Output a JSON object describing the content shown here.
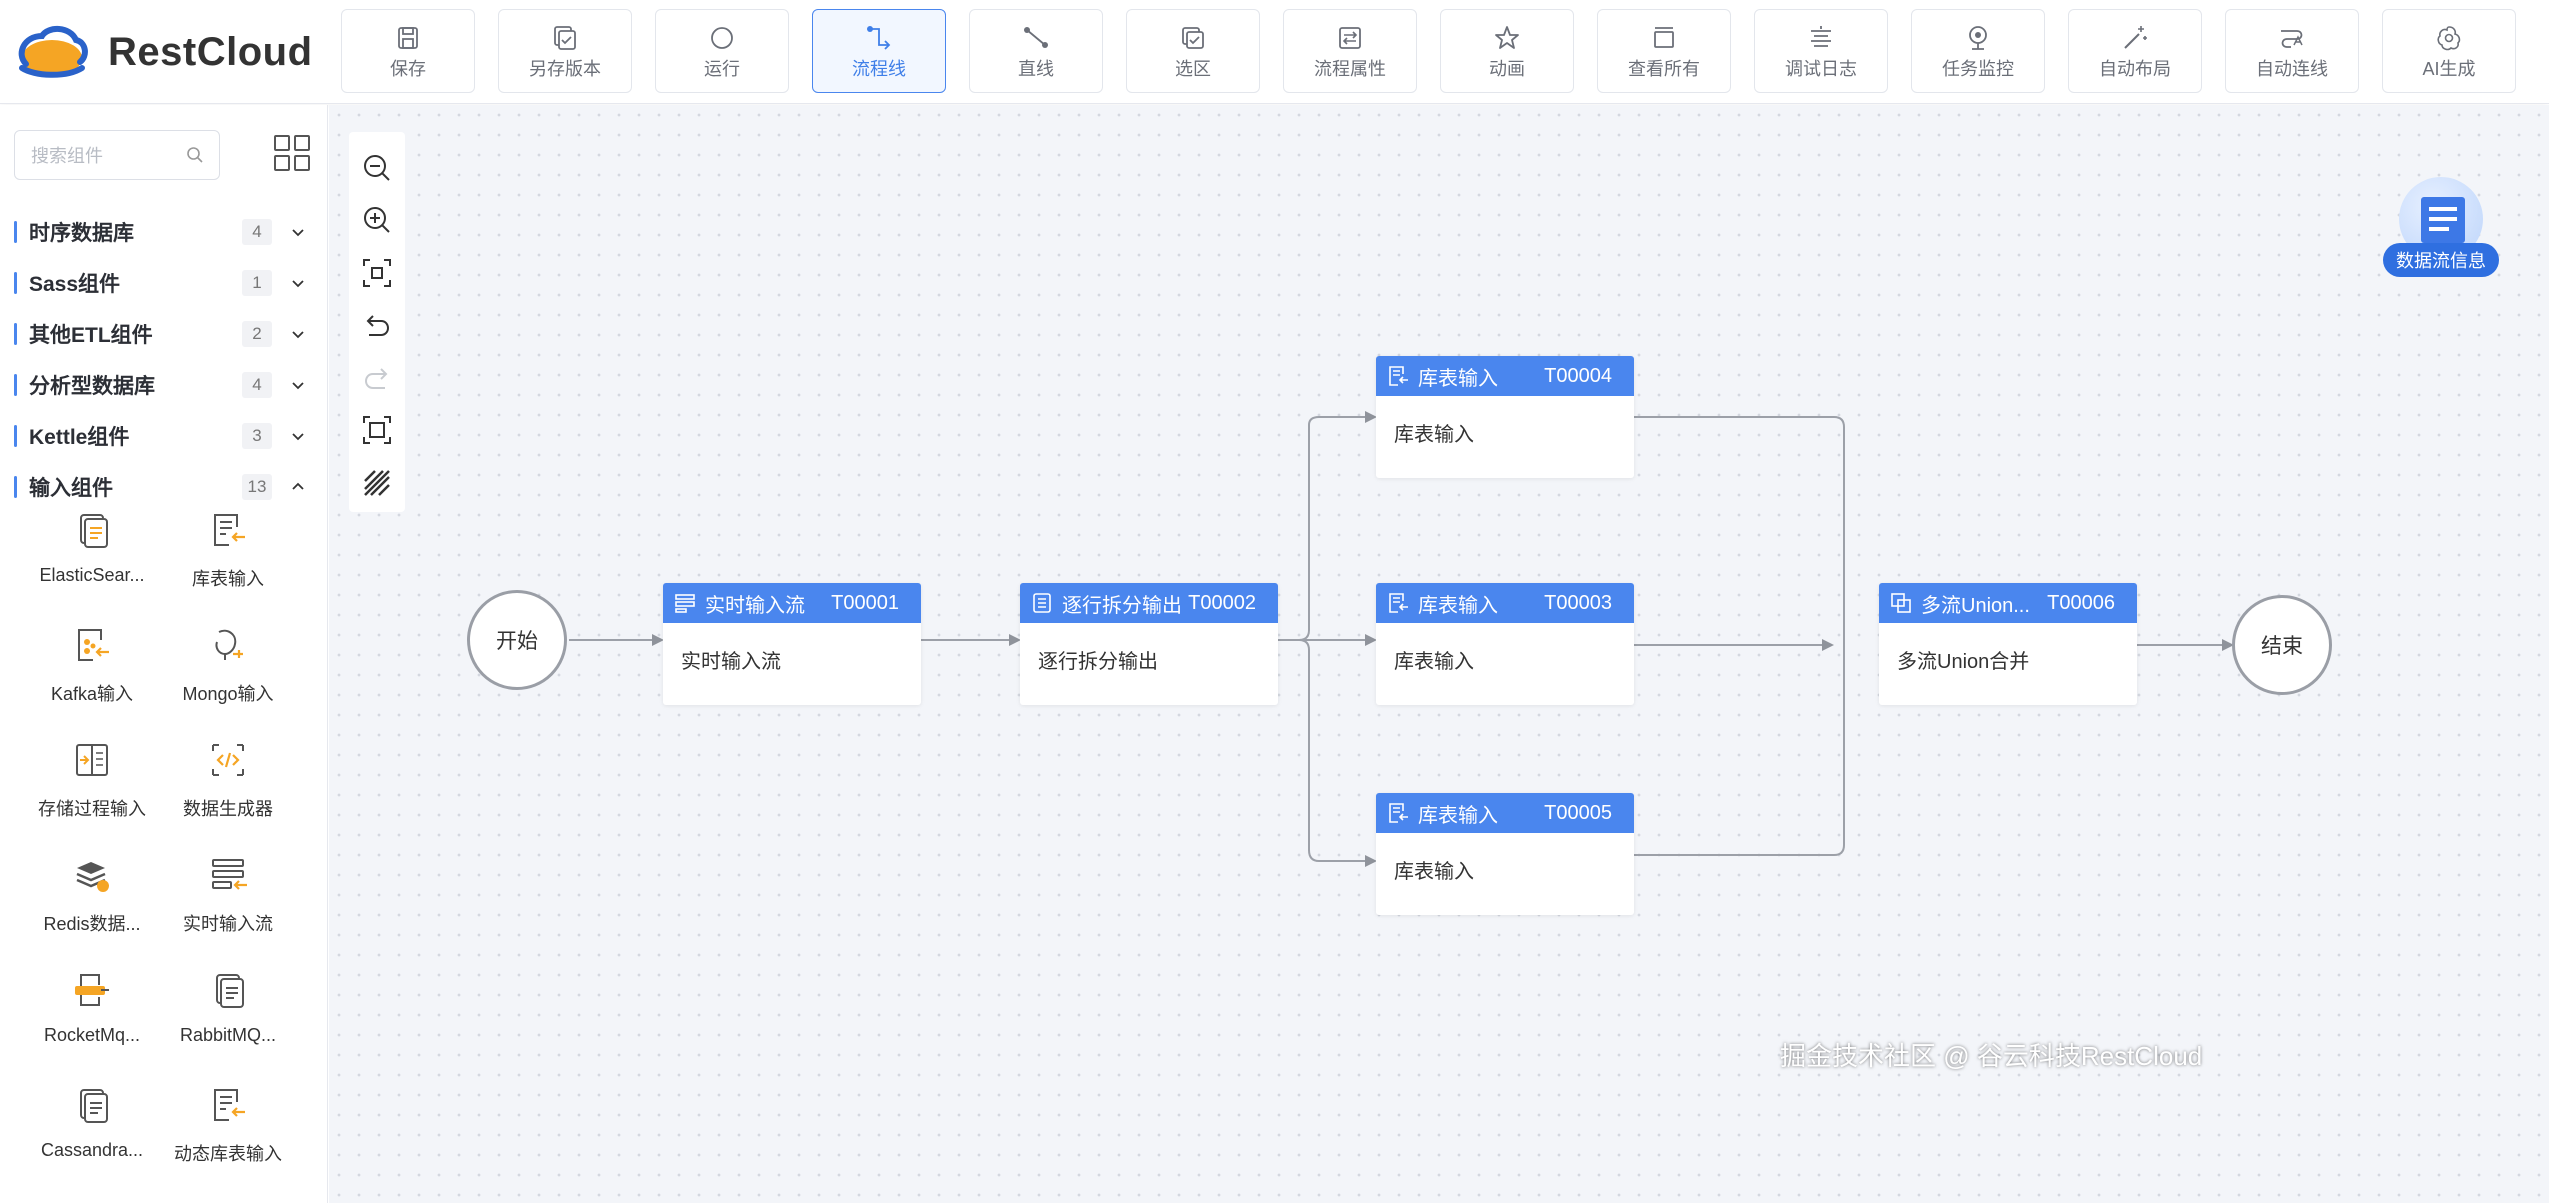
{
  "app": {
    "name": "RestCloud"
  },
  "toolbar": {
    "items": [
      {
        "label": "保存",
        "icon": "save-icon"
      },
      {
        "label": "另存版本",
        "icon": "save-version-icon"
      },
      {
        "label": "运行",
        "icon": "run-icon"
      },
      {
        "label": "流程线",
        "icon": "flow-line-icon",
        "active": true
      },
      {
        "label": "直线",
        "icon": "straight-line-icon"
      },
      {
        "label": "选区",
        "icon": "selection-icon"
      },
      {
        "label": "流程属性",
        "icon": "flow-properties-icon"
      },
      {
        "label": "动画",
        "icon": "animation-icon"
      },
      {
        "label": "查看所有",
        "icon": "view-all-icon"
      },
      {
        "label": "调试日志",
        "icon": "debug-log-icon"
      },
      {
        "label": "任务监控",
        "icon": "task-monitor-icon"
      },
      {
        "label": "自动布局",
        "icon": "auto-layout-icon"
      },
      {
        "label": "自动连线",
        "icon": "auto-connect-icon"
      },
      {
        "label": "AI生成",
        "icon": "ai-generate-icon"
      }
    ]
  },
  "sidebar": {
    "search_placeholder": "搜索组件",
    "categories": [
      {
        "name": "时序数据库",
        "count": "4",
        "expanded": false
      },
      {
        "name": "Sass组件",
        "count": "1",
        "expanded": false
      },
      {
        "name": "其他ETL组件",
        "count": "2",
        "expanded": false
      },
      {
        "name": "分析型数据库",
        "count": "4",
        "expanded": false
      },
      {
        "name": "Kettle组件",
        "count": "3",
        "expanded": false
      },
      {
        "name": "输入组件",
        "count": "13",
        "expanded": true
      }
    ],
    "components": [
      {
        "label": "ElasticSear...",
        "icon": "elasticsearch-icon"
      },
      {
        "label": "库表输入",
        "icon": "table-input-icon"
      },
      {
        "label": "Kafka输入",
        "icon": "kafka-input-icon"
      },
      {
        "label": "Mongo输入",
        "icon": "mongo-input-icon"
      },
      {
        "label": "存储过程输入",
        "icon": "stored-procedure-icon"
      },
      {
        "label": "数据生成器",
        "icon": "data-generator-icon"
      },
      {
        "label": "Redis数据...",
        "icon": "redis-icon"
      },
      {
        "label": "实时输入流",
        "icon": "realtime-stream-icon"
      },
      {
        "label": "RocketMq...",
        "icon": "rocketmq-icon"
      },
      {
        "label": "RabbitMQ...",
        "icon": "rabbitmq-icon"
      },
      {
        "label": "Cassandra...",
        "icon": "cassandra-icon"
      },
      {
        "label": "动态库表输入",
        "icon": "dynamic-table-input-icon"
      }
    ]
  },
  "canvas": {
    "start_label": "开始",
    "end_label": "结束",
    "nodes": [
      {
        "title": "实时输入流",
        "id": "T00001",
        "body": "实时输入流"
      },
      {
        "title": "逐行拆分输出",
        "id": "T00002",
        "body": "逐行拆分输出"
      },
      {
        "title": "库表输入",
        "id": "T00004",
        "body": "库表输入"
      },
      {
        "title": "库表输入",
        "id": "T00003",
        "body": "库表输入"
      },
      {
        "title": "库表输入",
        "id": "T00005",
        "body": "库表输入"
      },
      {
        "title": "多流Union...",
        "id": "T00006",
        "body": "多流Union合并"
      }
    ],
    "dataflow_label": "数据流信息"
  },
  "watermark": "掘金技术社区 @ 谷云科技RestCloud",
  "colors": {
    "accent": "#4a86ee",
    "node_header": "#4a86ee",
    "icon_orange": "#f5a524"
  }
}
